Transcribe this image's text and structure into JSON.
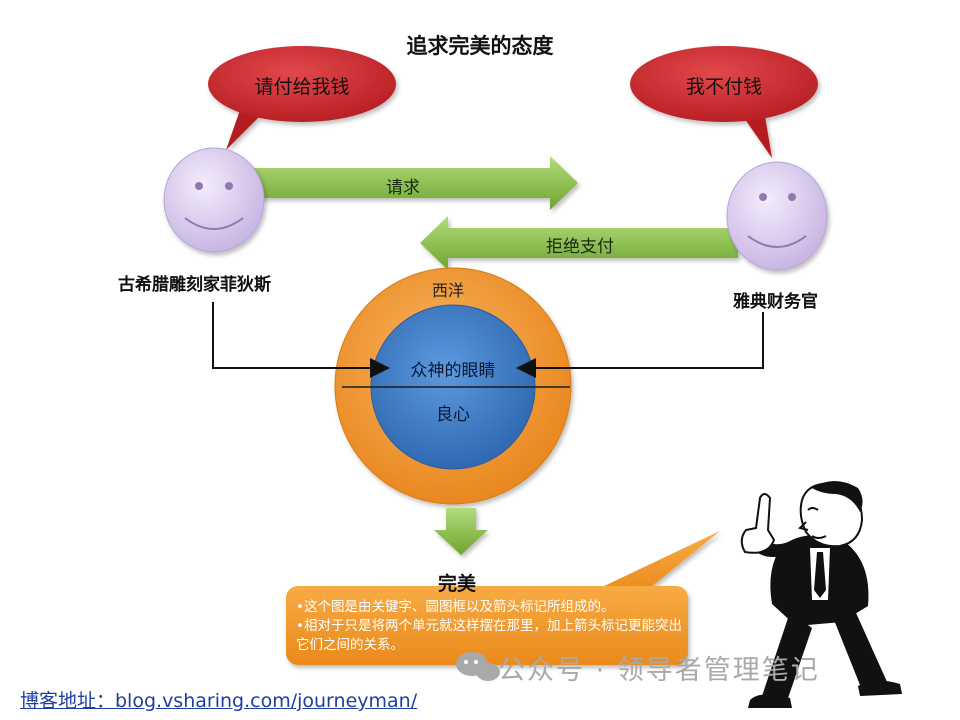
{
  "title": "追求完美的态度",
  "bubbles": {
    "left": "请付给我钱",
    "right": "我不付钱"
  },
  "arrows": {
    "request": "请求",
    "refuse": "拒绝支付"
  },
  "people": {
    "left": "古希腊雕刻家菲狄斯",
    "right": "雅典财务官"
  },
  "circle": {
    "outer": "西洋",
    "inner_top": "众神的眼睛",
    "inner_bottom": "良心"
  },
  "result": "完美",
  "notes": [
    "•这个图是由关键字、圆图框以及箭头标记所组成的。",
    "•相对于只是将两个单元就这样摆在那里，加上箭头标记更能突出它们之间的关系。"
  ],
  "footer": {
    "link": "博客地址：blog.vsharing.com/journeyman/"
  },
  "watermark": "公众号 · 领导者管理笔记",
  "colors": {
    "bubble": "#c8262a",
    "face": "#d9c8ee",
    "arrow": "#8bc34a",
    "ring": "#f2922a",
    "core": "#3d7bc8",
    "callout": "#f39a2a",
    "link": "#1f3fa0"
  },
  "icons": [
    "smiley-face-icon",
    "speech-bubble-icon",
    "pointing-man-illustration",
    "chat-bubble-icon"
  ]
}
